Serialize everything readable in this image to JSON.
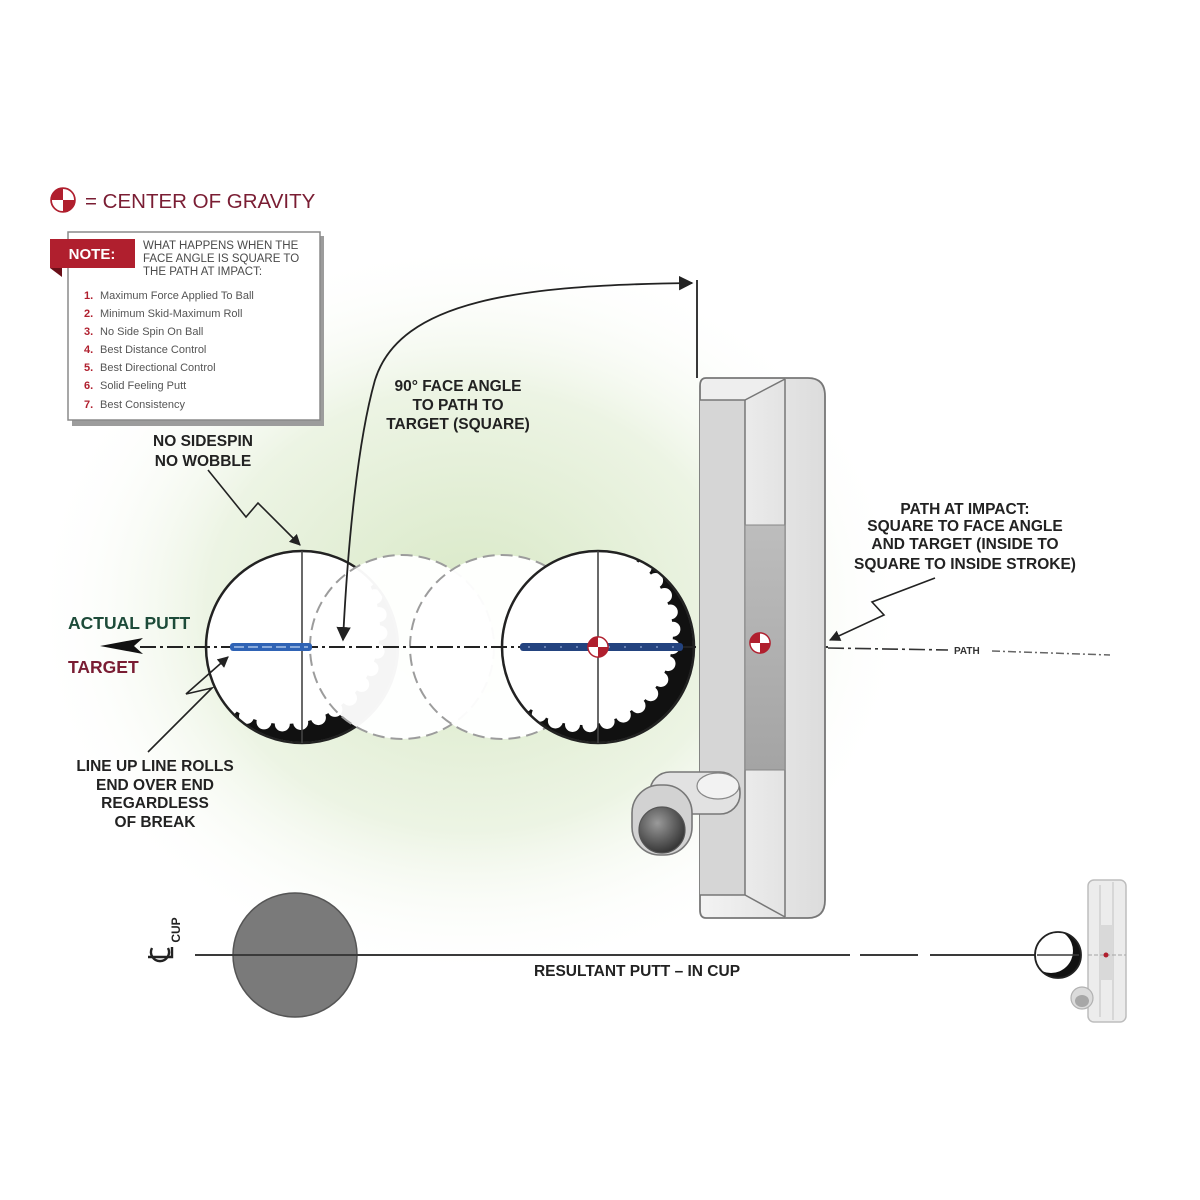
{
  "legend": {
    "label": "= CENTER OF GRAVITY"
  },
  "note": {
    "tag": "NOTE:",
    "heading": [
      "WHAT HAPPENS WHEN THE",
      "FACE ANGLE IS SQUARE TO",
      "THE PATH AT IMPACT:"
    ],
    "items": [
      {
        "num": "1.",
        "text": "Maximum Force Applied To Ball"
      },
      {
        "num": "2.",
        "text": "Minimum Skid-Maximum Roll"
      },
      {
        "num": "3.",
        "text": "No Side Spin On Ball"
      },
      {
        "num": "4.",
        "text": "Best Distance Control"
      },
      {
        "num": "5.",
        "text": "Best Directional Control"
      },
      {
        "num": "6.",
        "text": "Solid Feeling Putt"
      },
      {
        "num": "7.",
        "text": "Best Consistency"
      }
    ]
  },
  "callouts": {
    "face_angle": [
      "90° FACE ANGLE",
      "TO PATH TO",
      "TARGET (SQUARE)"
    ],
    "no_sidespin": [
      "NO SIDESPIN",
      "NO WOBBLE"
    ],
    "path_at_impact": [
      "PATH AT IMPACT:",
      "SQUARE TO FACE ANGLE",
      "AND TARGET (INSIDE TO",
      "SQUARE TO INSIDE STROKE)"
    ],
    "line_up": [
      "LINE UP LINE ROLLS",
      "END OVER END",
      "REGARDLESS",
      "OF BREAK"
    ],
    "actual_putt": "ACTUAL PUTT",
    "target": "TARGET",
    "path": "PATH",
    "resultant": "RESULTANT PUTT – IN CUP",
    "cup": "CUP"
  },
  "icons": {
    "center_of_gravity": "center-of-gravity-icon",
    "centerline": "centerline-icon"
  },
  "colors": {
    "accent_red": "#b01f2e",
    "label_maroon": "#7a1d33",
    "label_green": "#1d4b39",
    "line_blue_dark": "#23437f",
    "line_blue_light": "#2f63b5",
    "background_glow": "#d6e7c3"
  }
}
